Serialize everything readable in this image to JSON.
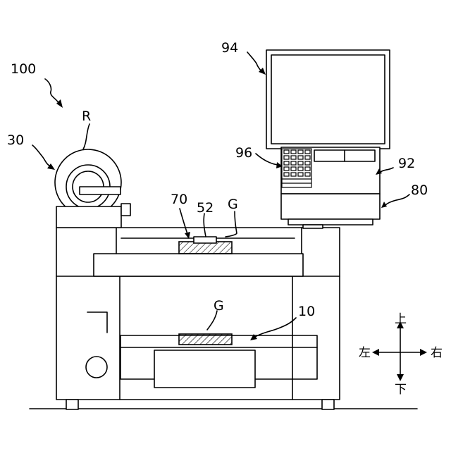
{
  "labels": {
    "printer": "100",
    "roll_unit": "30",
    "roll": "R",
    "head": "70",
    "platen": "52",
    "media_top": "G",
    "media_bottom": "G",
    "stage": "10",
    "monitor": "94",
    "keypad": "96",
    "controller": "92",
    "base": "80"
  },
  "directions": {
    "up": "上",
    "down": "下",
    "left": "左",
    "right": "右"
  }
}
